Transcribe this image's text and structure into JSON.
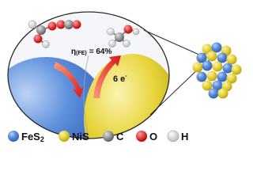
{
  "diagram": {
    "efficiency_label": "η(FE) = 64%",
    "efficiency_symbol": "η",
    "efficiency_sub": "(FE)",
    "efficiency_value": "= 64%",
    "electron_label": "6 e",
    "electron_sup": "-",
    "colors": {
      "fes2": "#4f86d9",
      "nis": "#e7d43a",
      "carbon": "#808080",
      "oxygen": "#e01818",
      "hydrogen": "#f2f2f2"
    },
    "legend": [
      {
        "key": "fes2",
        "label": "FeS",
        "sub": "2"
      },
      {
        "key": "nis",
        "label": "NiS",
        "sub": ""
      },
      {
        "key": "carbon",
        "label": "C",
        "sub": ""
      },
      {
        "key": "oxygen",
        "label": "O",
        "sub": ""
      },
      {
        "key": "hydrogen",
        "label": "H",
        "sub": ""
      }
    ]
  }
}
